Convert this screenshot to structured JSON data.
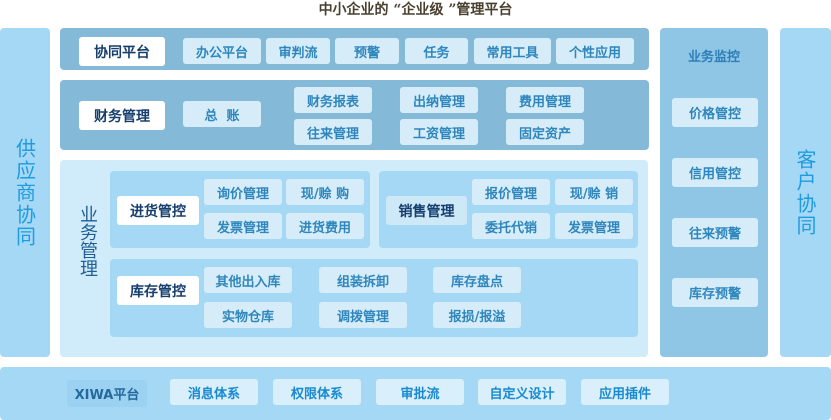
{
  "title": "中小企业的 “企业级 ”管理平台",
  "left_column": "供应商协同",
  "right_column": "客户协同",
  "collab": {
    "header": "协同平台",
    "items": [
      "办公平台",
      "审判流",
      "预警",
      "任务",
      "常用工具",
      "个性应用"
    ]
  },
  "finance": {
    "header": "财务管理",
    "items": [
      "总  账",
      "财务报表",
      "往来管理",
      "出纳管理",
      "工资管理",
      "费用管理",
      "固定资产"
    ]
  },
  "business": {
    "label": "业务管理",
    "purchase": {
      "header": "进货管控",
      "items": [
        "询价管理",
        "现/赊 购",
        "发票管理",
        "进货费用"
      ]
    },
    "sales": {
      "header": "销售管理",
      "items": [
        "报价管理",
        "现/赊 销",
        "委托代销",
        "发票管理"
      ]
    },
    "inventory": {
      "header": "库存管控",
      "items": [
        "其他出入库",
        "实物仓库",
        "组装拆卸",
        "调拨管理",
        "库存盘点",
        "报损/报溢"
      ]
    }
  },
  "monitor": {
    "header": "业务监控",
    "items": [
      "价格管控",
      "信用管控",
      "往来预警",
      "库存预警"
    ]
  },
  "platform": {
    "header": "XIWA平台",
    "items": [
      "消息体系",
      "权限体系",
      "审批流",
      "自定义设计",
      "应用插件"
    ]
  }
}
